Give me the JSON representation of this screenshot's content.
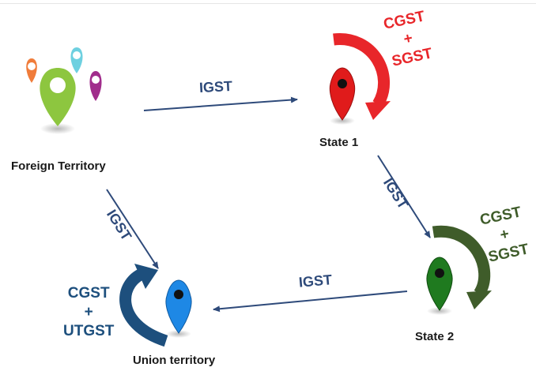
{
  "nodes": {
    "foreign": {
      "label": "Foreign Territory"
    },
    "state1": {
      "label": "State 1"
    },
    "state2": {
      "label": "State 2"
    },
    "union": {
      "label": "Union territory"
    }
  },
  "edges": {
    "foreign_to_state1": "IGST",
    "state1_to_state2": "IGST",
    "state2_to_union": "IGST",
    "foreign_to_union": "IGST"
  },
  "intra_tax": {
    "state1": {
      "line1": "CGST",
      "line2": "+",
      "line3": "SGST",
      "color": "#e8262a"
    },
    "state2": {
      "line1": "CGST",
      "line2": "+",
      "line3": "SGST",
      "color": "#3f5c2a"
    },
    "union": {
      "line1": "CGST",
      "line2": "+",
      "line3": "UTGST",
      "color": "#1d4f7d"
    }
  },
  "colors": {
    "arrow": "#2e4a7a",
    "pin_state1": "#e01b1b",
    "pin_state2": "#1f7a1f",
    "pin_union": "#1e88e5",
    "pin_foreign_big": "#8dc63f",
    "pin_foreign_orange": "#f07c3a",
    "pin_foreign_cyan": "#6ed0e0",
    "pin_foreign_purple": "#a12d8c"
  }
}
